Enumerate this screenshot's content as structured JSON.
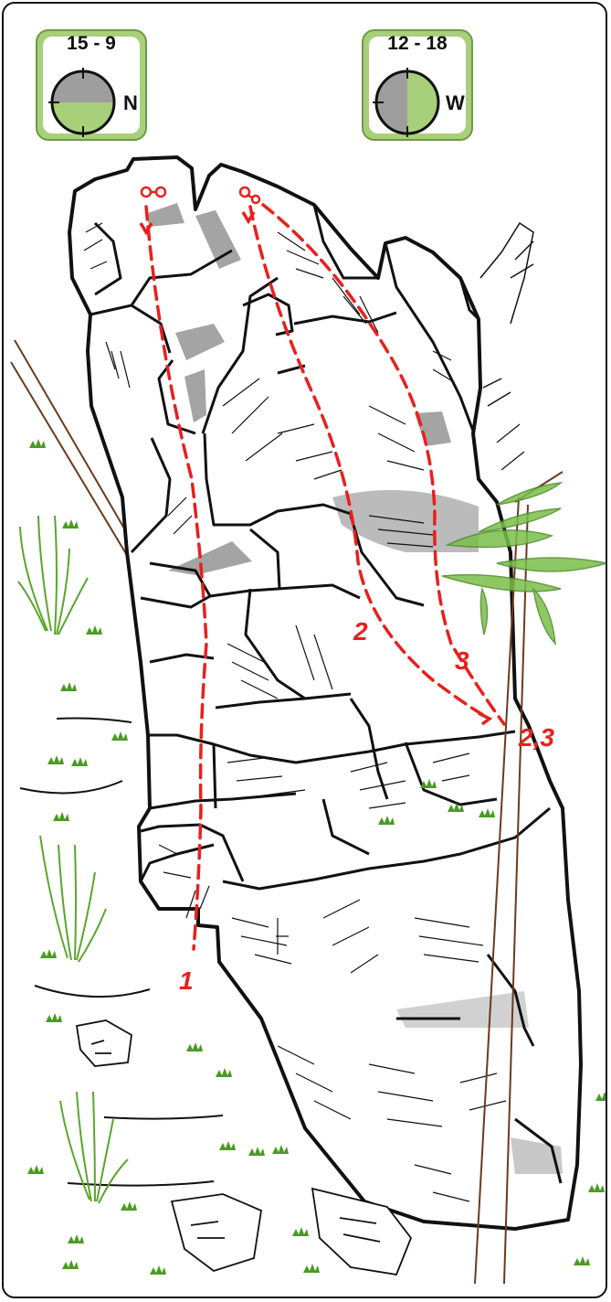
{
  "badges": [
    {
      "label": "15 - 9",
      "direction": "N"
    },
    {
      "label": "12 - 18",
      "direction": "W"
    }
  ],
  "routes": [
    {
      "number": "1"
    },
    {
      "number": "2"
    },
    {
      "number": "3"
    },
    {
      "number": "2,3"
    }
  ],
  "colors": {
    "route": "#e8201e",
    "badge_green": "#a8cf7a",
    "shade_gray": "#9a9a9a",
    "rock_line": "#111111",
    "tree_brown": "#6b3a1f",
    "grass": "#5ba62b"
  }
}
